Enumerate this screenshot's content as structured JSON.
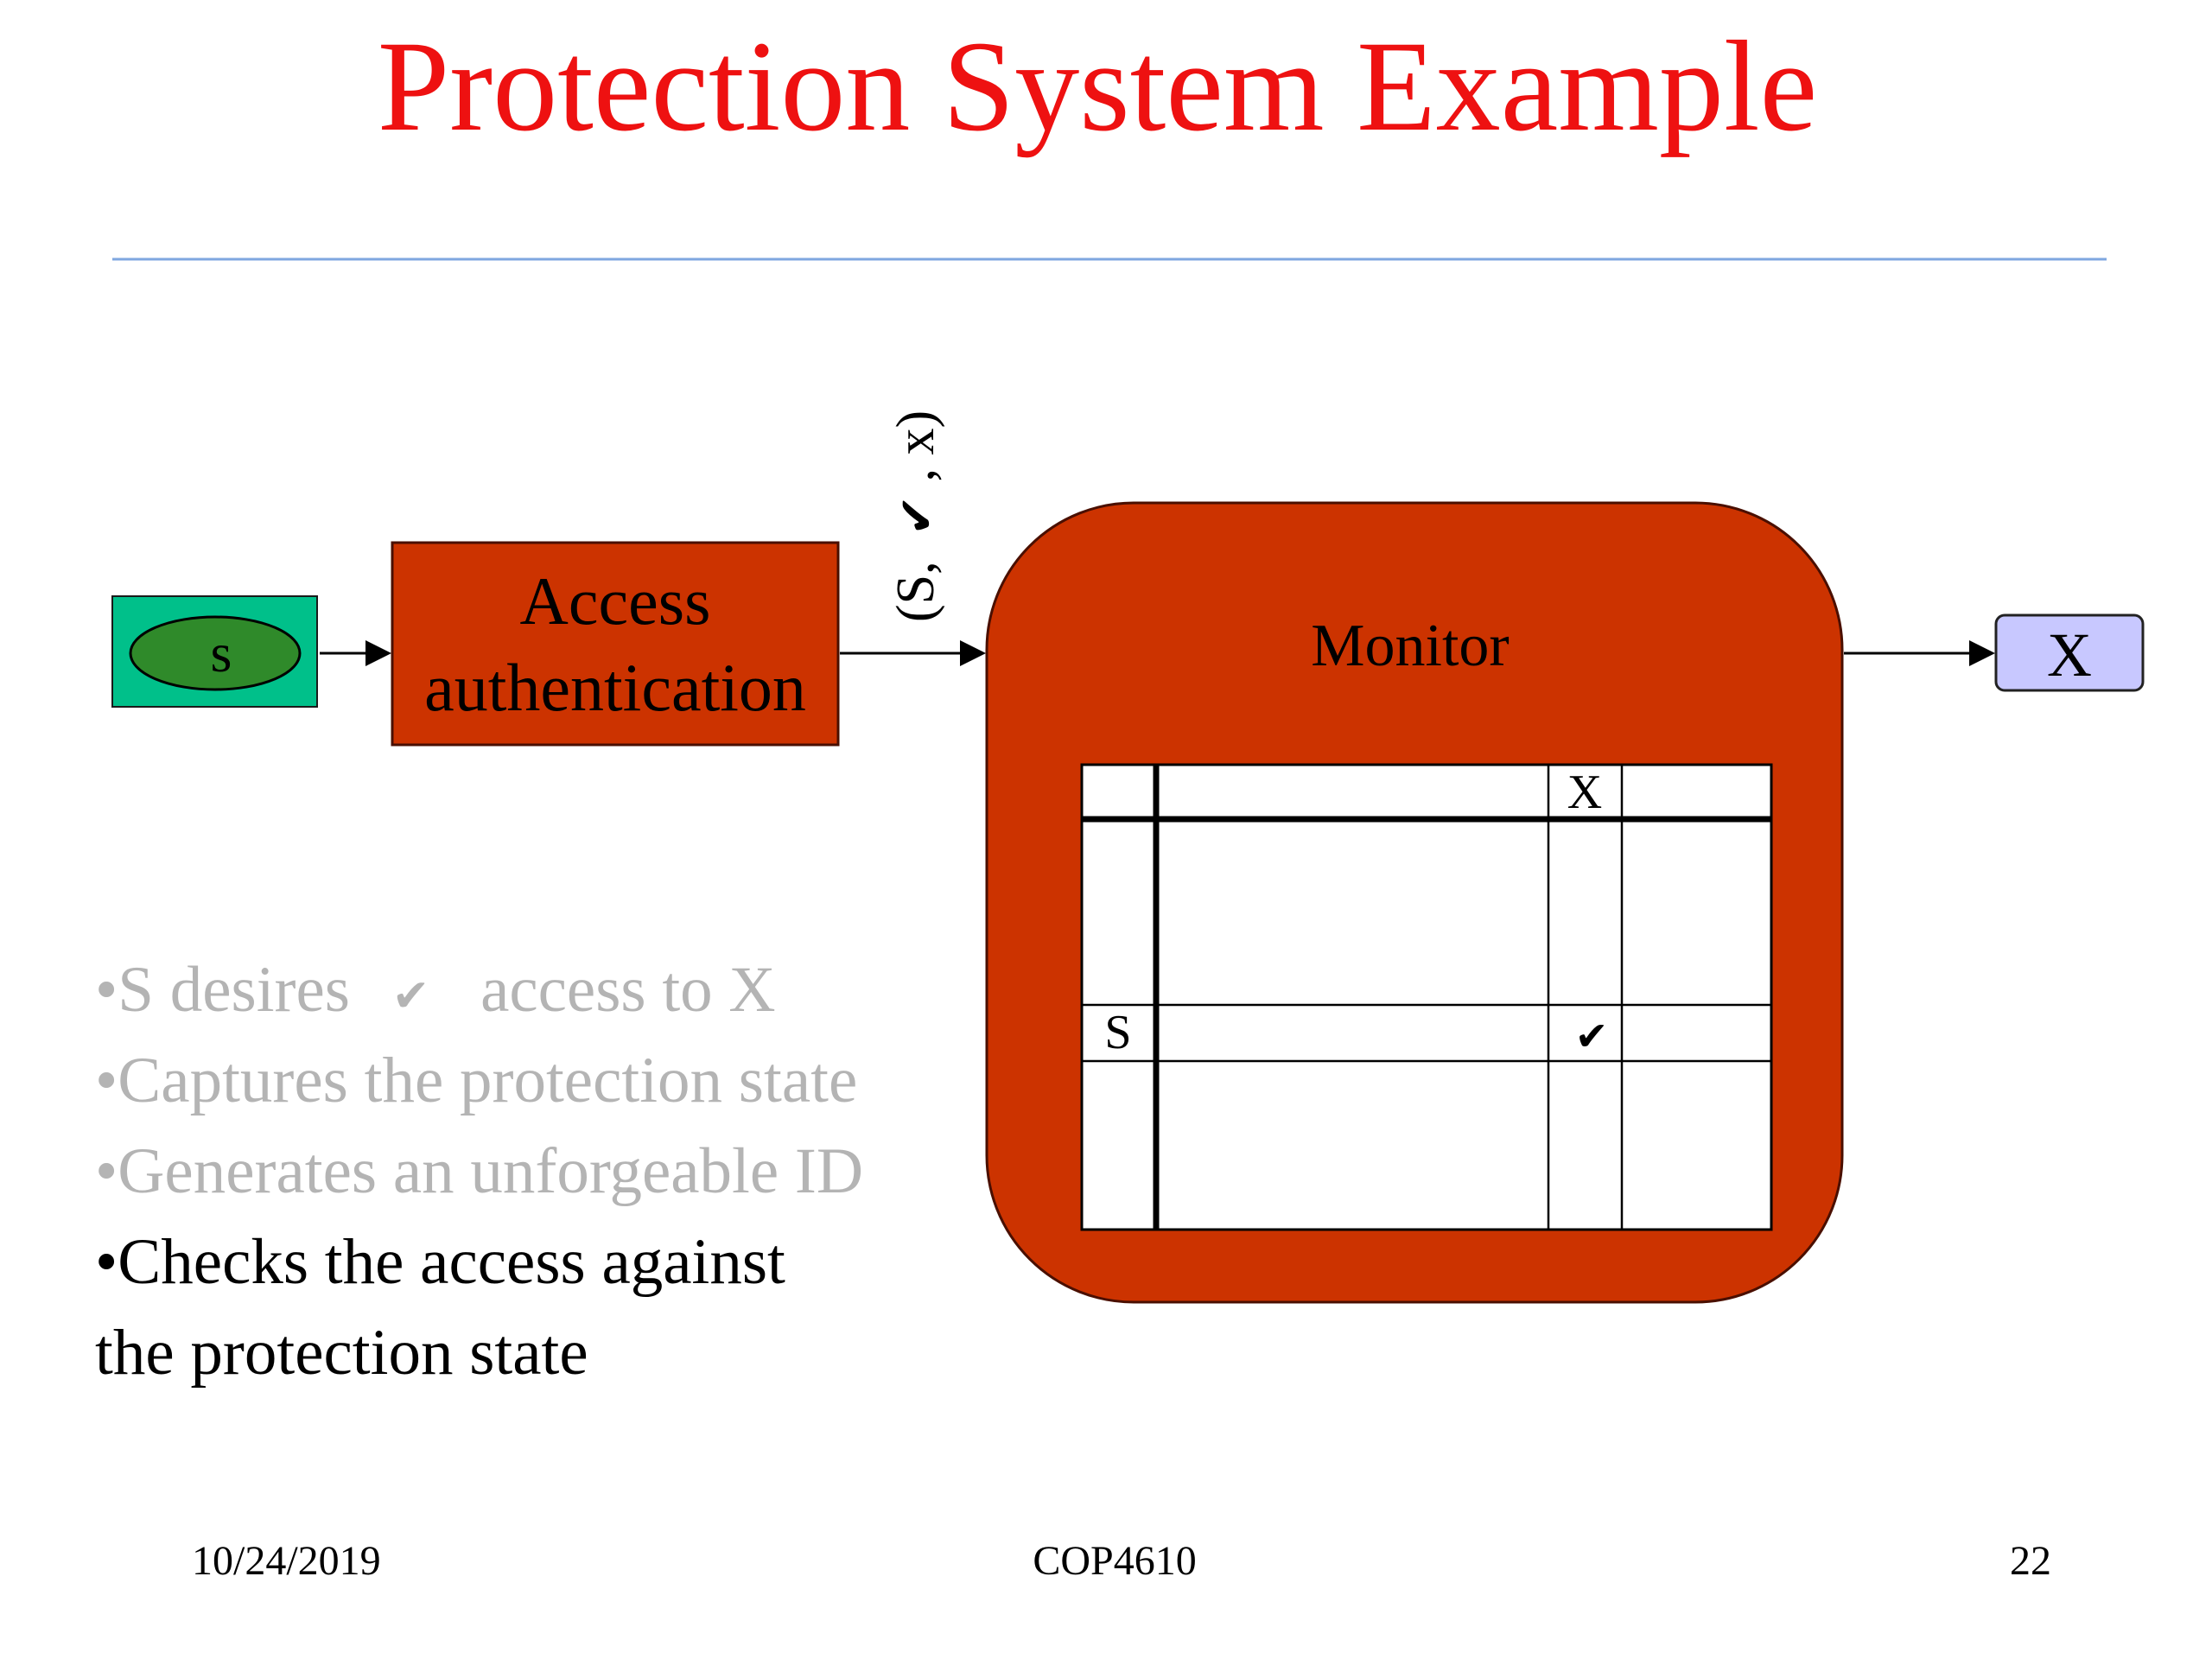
{
  "title": "Protection System Example",
  "subject_label": "s",
  "access_box_label_line1": "Access",
  "access_box_label_line2": "authentication",
  "request_prefix": "(S,",
  "request_suffix": ", x)",
  "monitor_label": "Monitor",
  "object_label": "X",
  "matrix": {
    "column_header": "X",
    "row_header": "S"
  },
  "bullets": [
    {
      "text_before": "•S desires",
      "text_after": "access to X",
      "state": "dimmed"
    },
    {
      "text": "•Captures the protection state",
      "state": "dimmed"
    },
    {
      "text": "•Generates an unforgeable ID",
      "state": "dimmed"
    },
    {
      "line1": "•Checks the access against",
      "line2": "the protection state",
      "state": "active"
    }
  ],
  "footer": {
    "date": "10/24/2019",
    "course": "COP4610",
    "page": "22"
  },
  "colors": {
    "title": "#ee1111",
    "rule": "#7fa7e0",
    "subject_box": "#00c08a",
    "subject_ellipse": "#2f8a2a",
    "access_box": "#cc3300",
    "monitor": "#cc3300",
    "object_box": "#c8c8ff",
    "dimmed_text": "#b4b4b4",
    "active_text": "#000000"
  },
  "icons": {
    "check": "check-icon",
    "arrow": "arrow-right-icon"
  }
}
